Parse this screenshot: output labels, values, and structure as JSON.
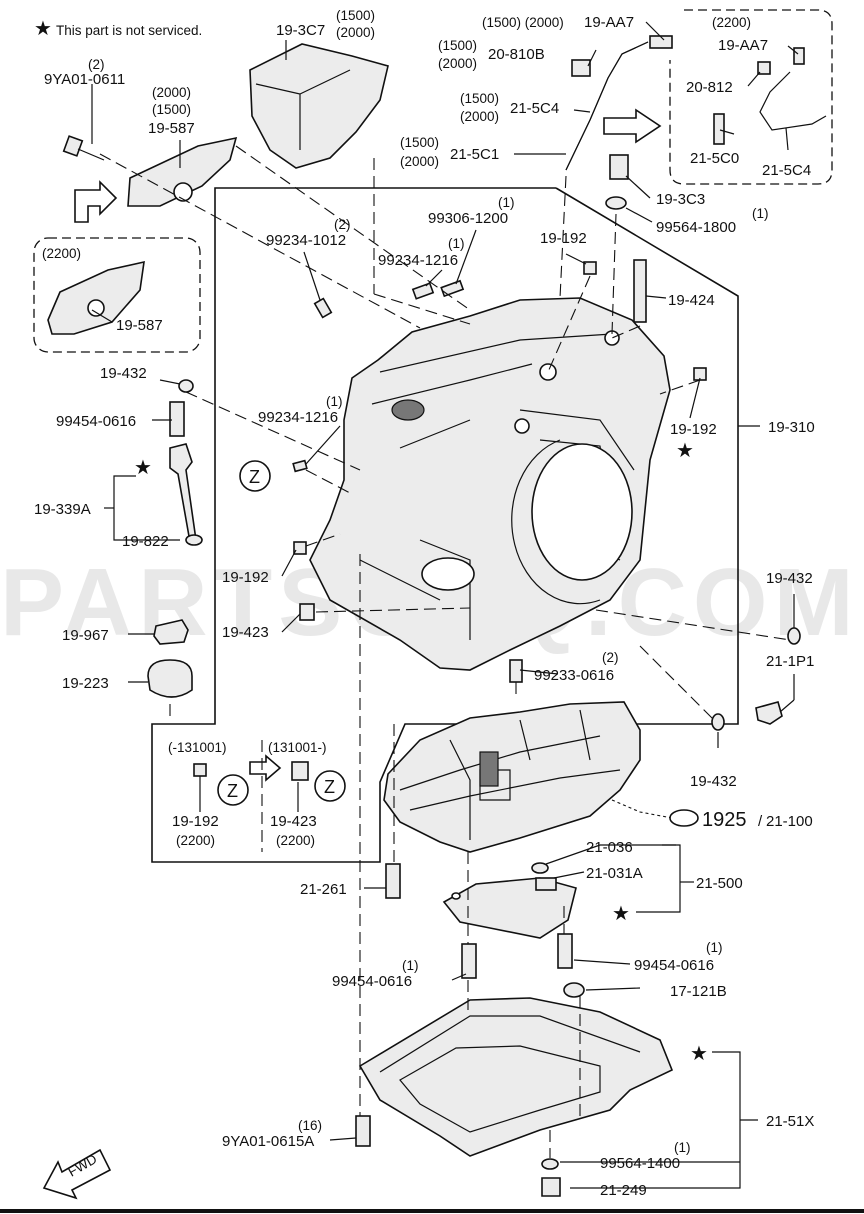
{
  "legend": {
    "star": "★",
    "note": "This part is not serviced."
  },
  "watermark": "PARTSOUQ.COM",
  "callouts": {
    "c_9ya01_0611": {
      "qty": "(2)",
      "code": "9YA01-0611"
    },
    "c_19_587a": {
      "v1": "(2000)",
      "v2": "(1500)",
      "code": "19-587"
    },
    "c_19_3c7": {
      "code": "19-3C7",
      "v1": "(1500)",
      "v2": "(2000)"
    },
    "c_19_aa7": {
      "v": "(1500) (2000)",
      "code": "19-AA7"
    },
    "c_20_810b": {
      "v1": "(1500)",
      "v2": "(2000)",
      "code": "20-810B"
    },
    "c_21_5c4a": {
      "v1": "(1500)",
      "v2": "(2000)",
      "code": "21-5C4"
    },
    "c_21_5c1": {
      "v1": "(1500)",
      "v2": "(2000)",
      "code": "21-5C1"
    },
    "inset_2200": {
      "title": "(2200)",
      "aa7": "19-AA7",
      "e812": "20-812",
      "c0": "21-5C0",
      "c4": "21-5C4"
    },
    "c_19_3c3": {
      "code": "19-3C3"
    },
    "c_99564_1800": {
      "code": "99564-1800",
      "qty": "(1)"
    },
    "inset_587": {
      "title": "(2200)",
      "code": "19-587"
    },
    "c_99234_1012": {
      "qty": "(2)",
      "code": "99234-1012"
    },
    "c_99306_1200": {
      "qty": "(1)",
      "code": "99306-1200"
    },
    "c_99234_1216a": {
      "qty": "(1)",
      "code": "99234-1216"
    },
    "c_19_192a": {
      "code": "19-192"
    },
    "c_19_424": {
      "code": "19-424"
    },
    "c_19_432a": {
      "code": "19-432"
    },
    "c_99454_0616a": {
      "code": "99454-0616"
    },
    "c_99234_1216b": {
      "qty": "(1)",
      "code": "99234-1216"
    },
    "c_19_192b": {
      "code": "19-192"
    },
    "c_19_310": {
      "code": "19-310"
    },
    "c_19_339a": {
      "code": "19-339A"
    },
    "c_19_822": {
      "code": "19-822"
    },
    "z_main": {
      "label": "Z"
    },
    "c_19_192c": {
      "code": "19-192"
    },
    "c_19_432b": {
      "code": "19-432"
    },
    "c_19_967": {
      "code": "19-967"
    },
    "c_19_423": {
      "code": "19-423"
    },
    "c_21_1p1": {
      "code": "21-1P1"
    },
    "c_19_223": {
      "code": "19-223"
    },
    "c_99233_0616": {
      "qty": "(2)",
      "code": "99233-0616"
    },
    "c_19_432c": {
      "code": "19-432"
    },
    "zinset": {
      "left_range": "(-131001)",
      "right_range": "(131001-)",
      "z": "Z",
      "left_code": "19-192",
      "left_var": "(2200)",
      "right_code": "19-423",
      "right_var": "(2200)"
    },
    "c_1925": {
      "code": "1925",
      "sep": "/",
      "alt": "21-100"
    },
    "c_21_036": {
      "code": "21-036"
    },
    "c_21_031a": {
      "code": "21-031A"
    },
    "c_21_500": {
      "code": "21-500"
    },
    "c_21_261": {
      "code": "21-261"
    },
    "c_99454_0616b": {
      "qty": "(1)",
      "code": "99454-0616"
    },
    "c_99454_0616c": {
      "qty": "(1)",
      "code": "99454-0616"
    },
    "c_17_121b": {
      "code": "17-121B"
    },
    "c_21_51x": {
      "code": "21-51X"
    },
    "c_9ya01_0615a": {
      "qty": "(16)",
      "code": "9YA01-0615A"
    },
    "c_99564_1400": {
      "qty": "(1)",
      "code": "99564-1400"
    },
    "c_21_249": {
      "code": "21-249"
    },
    "fwd": {
      "label": "FWD"
    }
  }
}
